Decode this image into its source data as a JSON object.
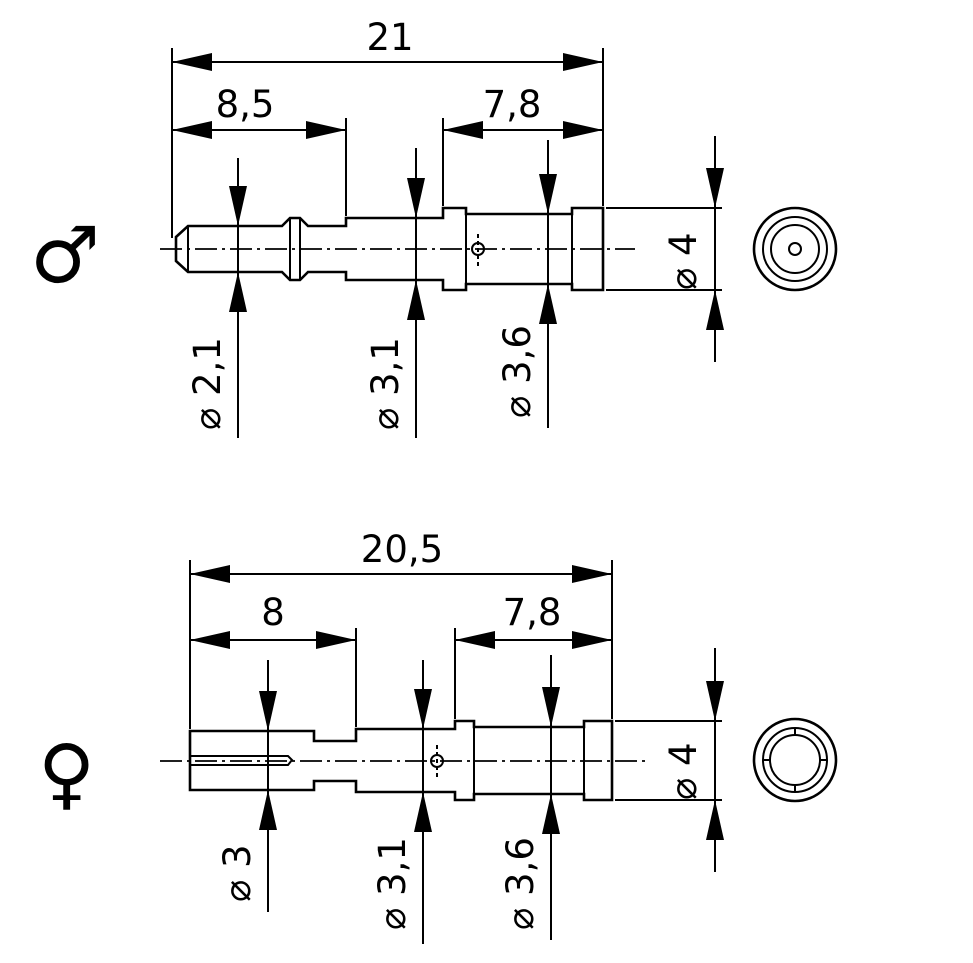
{
  "male": {
    "symbol": "♂",
    "dims": {
      "overall": "21",
      "front": "8,5",
      "rear": "7,8",
      "d_tip": "⌀ 2,1",
      "d_mid": "⌀ 3,1",
      "d_body": "⌀ 3,6",
      "d_outer": "⌀ 4"
    }
  },
  "female": {
    "symbol": "♀",
    "dims": {
      "overall": "20,5",
      "front": "8",
      "rear": "7,8",
      "d_tip": "⌀ 3",
      "d_mid": "⌀ 3,1",
      "d_body": "⌀ 3,6",
      "d_outer": "⌀ 4"
    }
  }
}
